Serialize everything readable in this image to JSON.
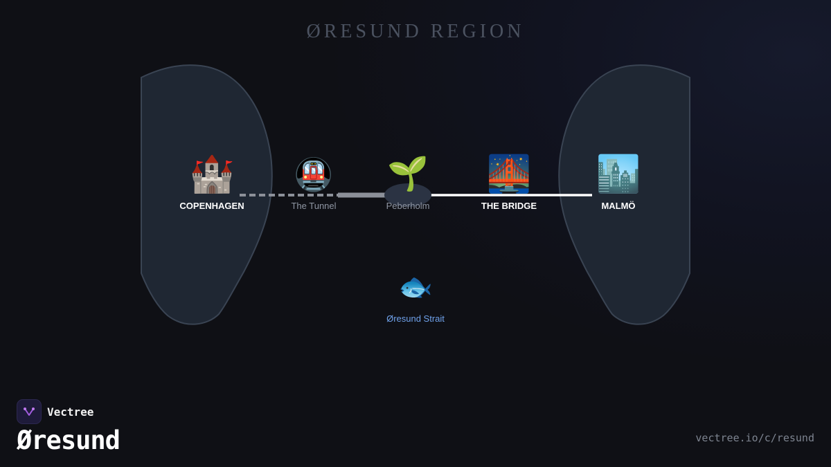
{
  "title": "ØRESUND REGION",
  "nodes": {
    "copenhagen": {
      "label": "COPENHAGEN",
      "icon": "castle-icon",
      "glyph": "🏰"
    },
    "tunnel": {
      "label": "The Tunnel",
      "icon": "metro-icon",
      "glyph": "🚇"
    },
    "peberholm": {
      "label": "Peberholm",
      "icon": "seedling-icon",
      "glyph": "🌱"
    },
    "bridge": {
      "label": "THE BRIDGE",
      "icon": "bridge-at-night-icon",
      "glyph": "🌉"
    },
    "malmo": {
      "label": "MALMÖ",
      "icon": "cityscape-icon",
      "glyph": "🏙️"
    },
    "strait": {
      "label": "Øresund Strait",
      "icon": "fish-icon",
      "glyph": "🐟"
    }
  },
  "colors": {
    "land": "#1f2733",
    "coast": "#3a4453",
    "tunnel": "#8c9099",
    "bridge": "#ffffff",
    "strait_label": "#6fa1ea"
  },
  "brand": {
    "name": "Vectree",
    "product": "Øresund",
    "url": "vectree.io/c/resund"
  }
}
